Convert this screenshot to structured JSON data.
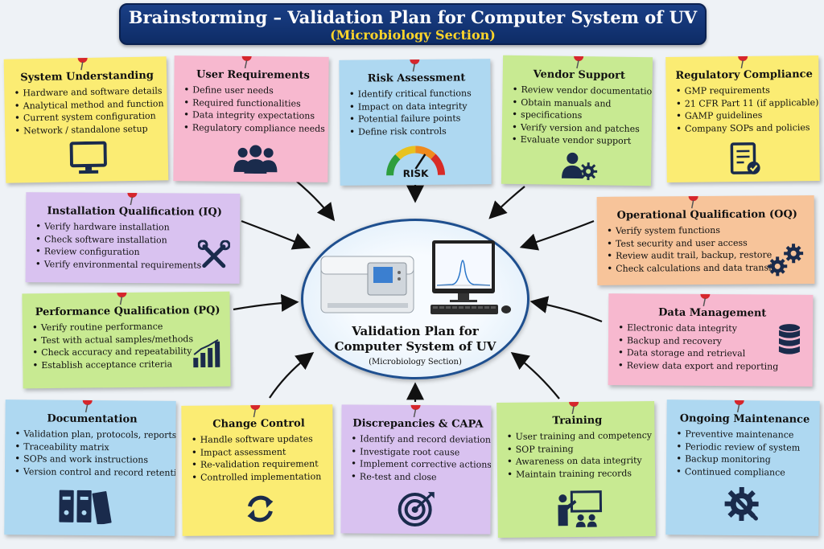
{
  "title": {
    "main": "Brainstorming – Validation Plan for Computer System of UV",
    "sub": "(Microbiology Section)"
  },
  "center": {
    "line1": "Validation Plan for",
    "line2": "Computer System of UV",
    "sub": "(Microbiology Section)"
  },
  "risk_gauge_label": "RISK",
  "colors": {
    "title_bg": "#0e2c66",
    "title_sub": "#ffd52a",
    "icon": "#1a2b4c",
    "pin": "#d6262c",
    "arrow": "#111111"
  },
  "notes": [
    {
      "key": "system",
      "title": "System Understanding",
      "color": "yellow",
      "icon": "monitor-icon",
      "items": [
        "Hardware and software details",
        "Analytical method and function",
        "Current system configuration",
        "Network / standalone setup"
      ]
    },
    {
      "key": "user",
      "title": "User Requirements",
      "color": "pink",
      "icon": "users-icon",
      "items": [
        "Define user needs",
        "Required functionalities",
        "Data integrity expectations",
        "Regulatory compliance needs"
      ]
    },
    {
      "key": "risk",
      "title": "Risk Assessment",
      "color": "blue",
      "icon": "risk-gauge-icon",
      "items": [
        "Identify critical functions",
        "Impact on data integrity",
        "Potential failure points",
        "Define risk controls"
      ]
    },
    {
      "key": "vendor",
      "title": "Vendor Support",
      "color": "green",
      "icon": "user-gear-icon",
      "items": [
        "Review vendor documentation",
        "Obtain manuals and",
        "specifications",
        "Verify version and patches",
        "Evaluate vendor support"
      ]
    },
    {
      "key": "regulatory",
      "title": "Regulatory Compliance",
      "color": "yellow",
      "icon": "checklist-icon",
      "items": [
        "GMP requirements",
        "21 CFR Part 11 (if applicable)",
        "GAMP guidelines",
        "Company SOPs and policies"
      ]
    },
    {
      "key": "iq",
      "title": "Installation Qualification (IQ)",
      "color": "purple",
      "icon": "tools-icon",
      "items": [
        "Verify hardware installation",
        "Check software installation",
        "Review configuration",
        "Verify environmental requirements"
      ]
    },
    {
      "key": "oq",
      "title": "Operational Qualification (OQ)",
      "color": "orange",
      "icon": "gears-icon",
      "items": [
        "Verify system functions",
        "Test security and user access",
        "Review audit trail, backup, restore",
        "Check calculations and data transfer"
      ]
    },
    {
      "key": "pq",
      "title": "Performance Qualification (PQ)",
      "color": "green",
      "icon": "bar-chart-icon",
      "items": [
        "Verify routine performance",
        "Test with actual samples/methods",
        "Check accuracy and repeatability",
        "Establish acceptance criteria"
      ]
    },
    {
      "key": "data",
      "title": "Data Management",
      "color": "pink",
      "icon": "database-icon",
      "items": [
        "Electronic data integrity",
        "Backup and recovery",
        "Data storage and retrieval",
        "Review data export and reporting"
      ]
    },
    {
      "key": "doc",
      "title": "Documentation",
      "color": "blue",
      "icon": "binders-icon",
      "items": [
        "Validation plan, protocols, reports",
        "Traceability matrix",
        "SOPs and work instructions",
        "Version control and record retention"
      ]
    },
    {
      "key": "change",
      "title": "Change Control",
      "color": "yellow",
      "icon": "refresh-icon",
      "items": [
        "Handle software updates",
        "Impact assessment",
        "Re-validation requirement",
        "Controlled implementation"
      ]
    },
    {
      "key": "capa",
      "title": "Discrepancies & CAPA",
      "color": "purple",
      "icon": "target-icon",
      "items": [
        "Identify and record deviations",
        "Investigate root cause",
        "Implement corrective actions",
        "Re-test and close"
      ]
    },
    {
      "key": "training",
      "title": "Training",
      "color": "green",
      "icon": "presenter-icon",
      "items": [
        "User training and competency",
        "SOP training",
        "Awareness on data integrity",
        "Maintain training records"
      ]
    },
    {
      "key": "maintenance",
      "title": "Ongoing Maintenance",
      "color": "blue",
      "icon": "gear-wrench-icon",
      "items": [
        "Preventive maintenance",
        "Periodic review of system",
        "Backup monitoring",
        "Continued compliance"
      ]
    }
  ]
}
